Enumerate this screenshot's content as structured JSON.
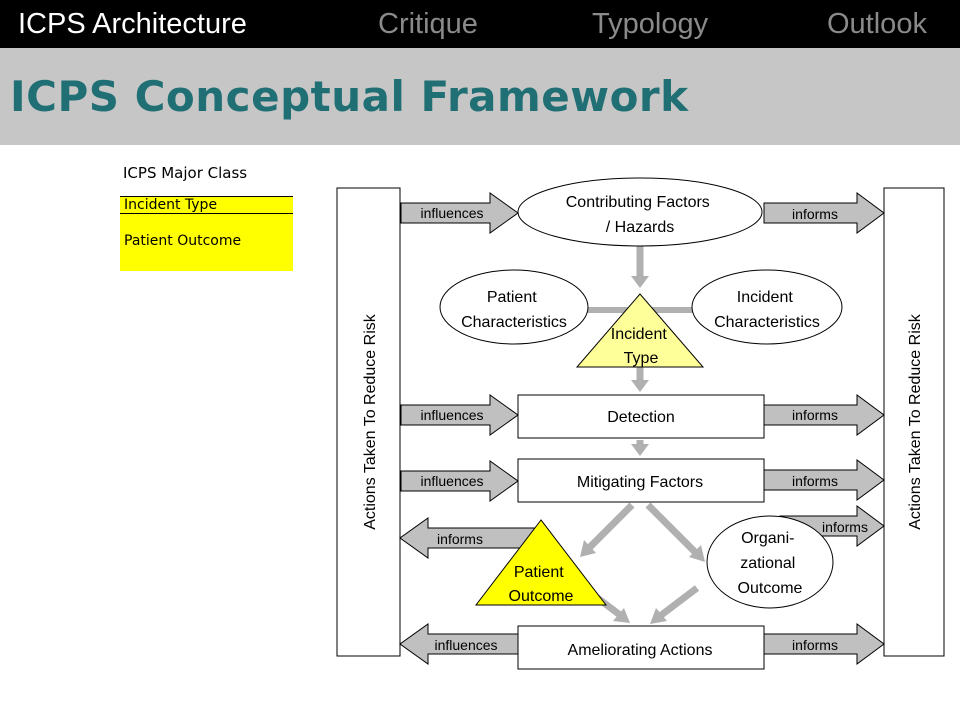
{
  "nav": {
    "items": [
      {
        "label": "ICPS Architecture",
        "color": "#ffffff"
      },
      {
        "label": "Critique",
        "color": "#8a8a8a"
      },
      {
        "label": "Typology",
        "color": "#8a8a8a"
      },
      {
        "label": "Outlook",
        "color": "#8a8a8a"
      }
    ]
  },
  "page": {
    "title": "ICPS Conceptual Framework"
  },
  "legend": {
    "title": "ICPS Major Class",
    "items": [
      "Incident Type",
      "Patient Outcome"
    ],
    "color": "#ffff00"
  },
  "diagram": {
    "side_left": "Actions Taken To Reduce Risk",
    "side_right": "Actions Taken To Reduce Risk",
    "contributing": [
      "Contributing Factors",
      "/ Hazards"
    ],
    "patient_char": [
      "Patient",
      "Characteristics"
    ],
    "incident_char": [
      "Incident",
      "Characteristics"
    ],
    "incident_type": [
      "Incident",
      "Type"
    ],
    "detection": "Detection",
    "mitigating": "Mitigating Factors",
    "patient_outcome": [
      "Patient",
      "Outcome"
    ],
    "org_outcome": [
      "Organi-",
      "zational",
      "Outcome"
    ],
    "ameliorating": "Ameliorating Actions",
    "arrows": {
      "in1": "influences",
      "in2": "influences",
      "in3": "influences",
      "in4": "informs",
      "in5": "influences",
      "out1": "informs",
      "out2": "informs",
      "out3": "informs",
      "out4": "informs",
      "out5": "informs"
    },
    "colors": {
      "highlight": "#ffff00",
      "incident_fill": "#ffff99",
      "arrow_fill": "#c0c0c0",
      "connector": "#b0b0b0"
    }
  }
}
